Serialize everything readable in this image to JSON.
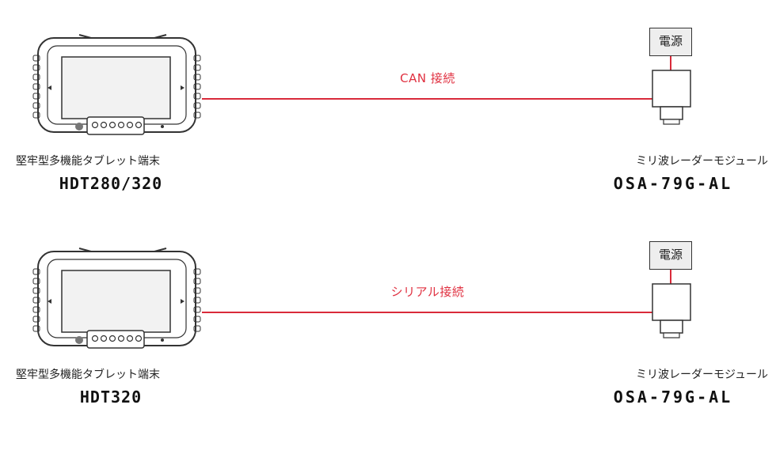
{
  "colors": {
    "link_line": "#d92a3a",
    "link_text": "#e03040",
    "outline": "#333333",
    "screen": "#f2f2f2"
  },
  "rows": [
    {
      "link_label": "CAN 接続",
      "device_name": "堅牢型多機能タブレット端末",
      "device_model": "HDT280/320",
      "power_label": "電源",
      "module_name": "ミリ波レーダーモジュール",
      "module_model": "OSA-79G-AL"
    },
    {
      "link_label": "シリアル接続",
      "device_name": "堅牢型多機能タブレット端末",
      "device_model": "HDT320",
      "power_label": "電源",
      "module_name": "ミリ波レーダーモジュール",
      "module_model": "OSA-79G-AL"
    }
  ]
}
